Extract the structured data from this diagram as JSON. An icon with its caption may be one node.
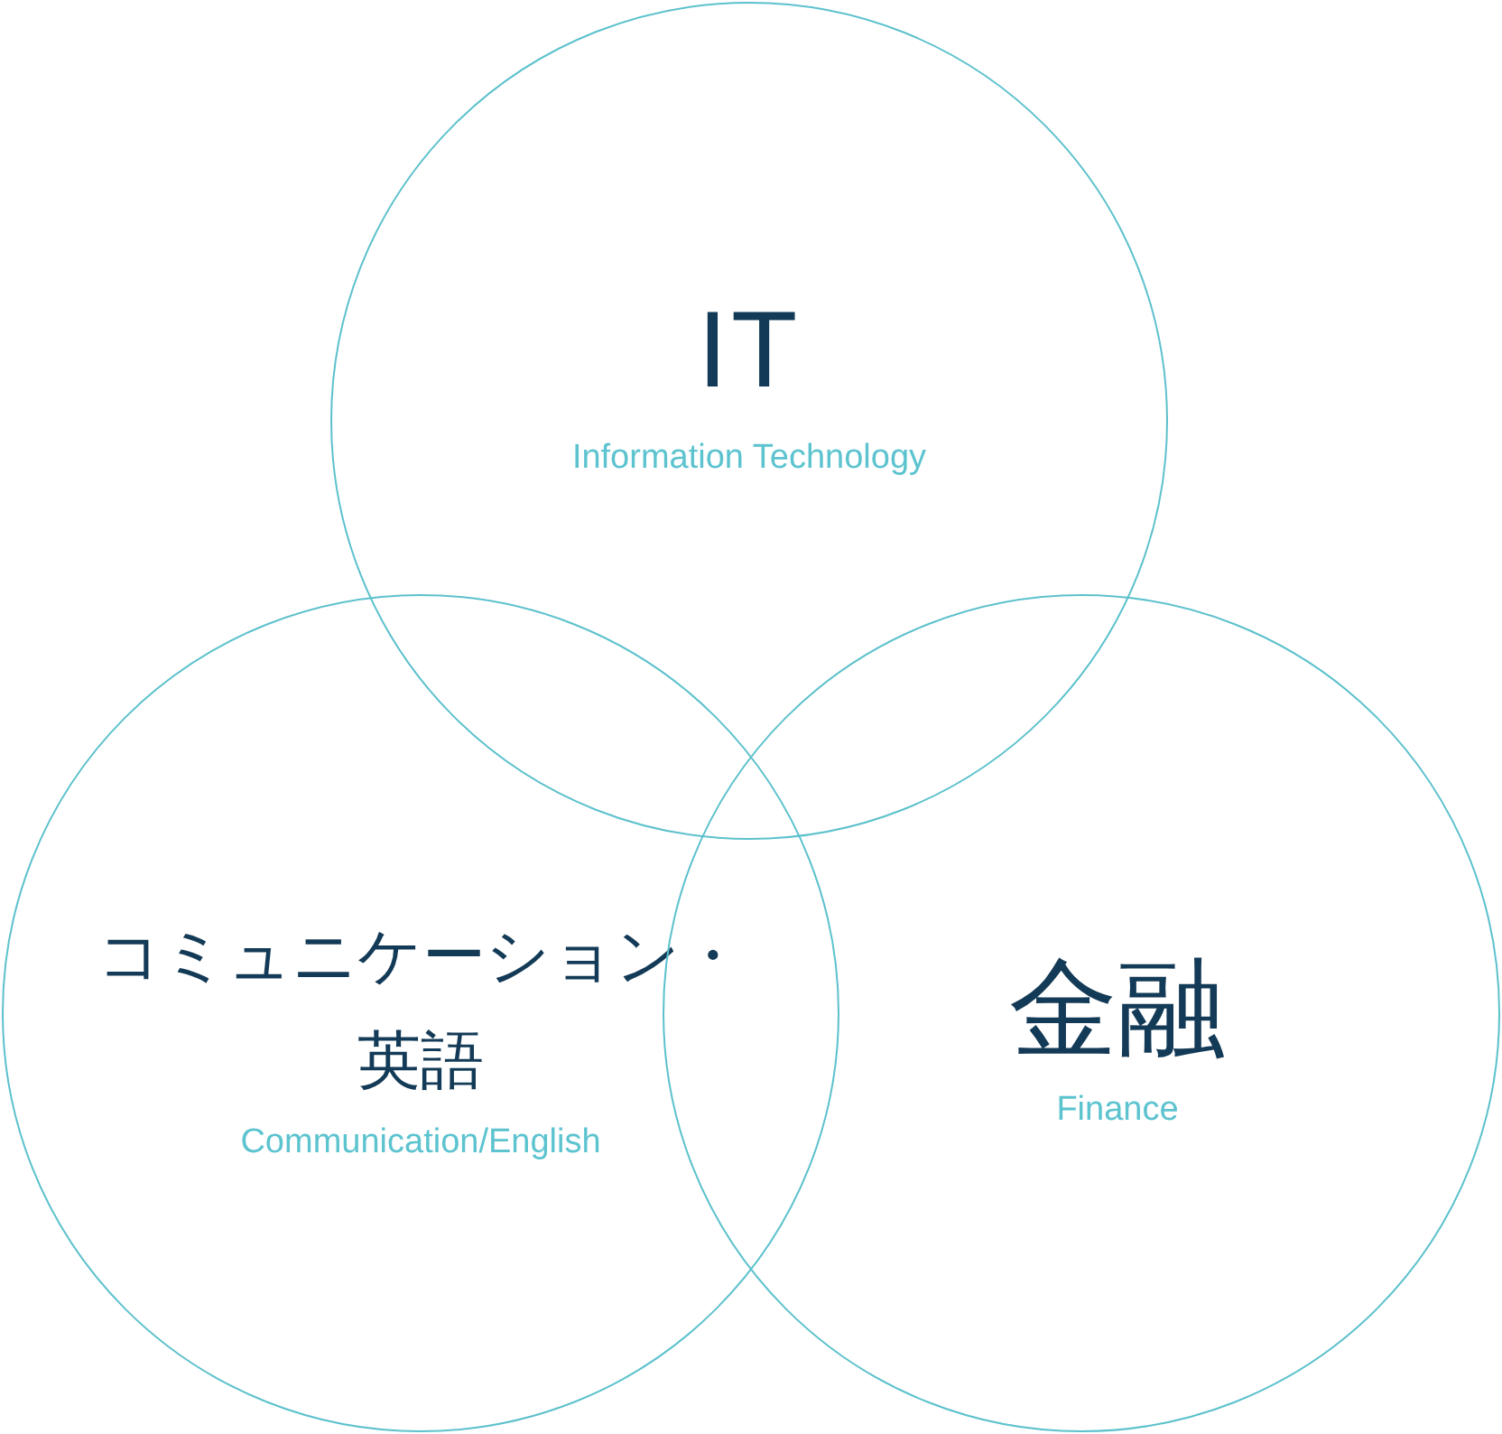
{
  "diagram": {
    "nodes": [
      {
        "text": [
          "IT",
          "Information Technology"
        ]
      },
      {
        "text": [
          "コミュニケーション・英語",
          "Communication/English"
        ]
      },
      {
        "text": [
          "金融",
          "Finance"
        ]
      }
    ]
  }
}
